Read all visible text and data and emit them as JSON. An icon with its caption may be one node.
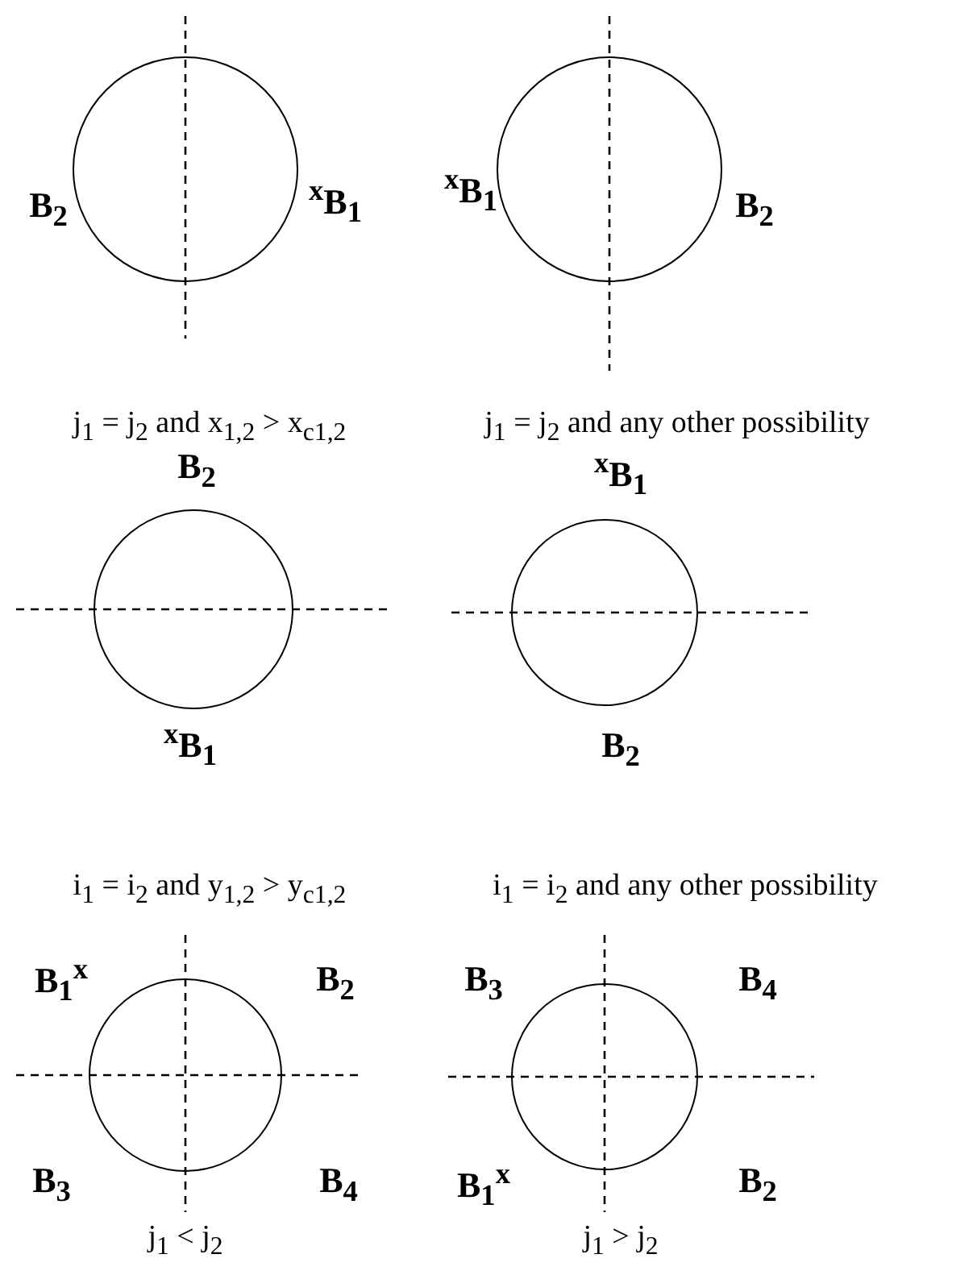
{
  "diagram": {
    "nodes": [
      {
        "text": [],
        "shape": "circle",
        "beside": [
          "B$_{2}$",
          "$^{x}$B$_{1}$"
        ]
      },
      {
        "text": [],
        "shape": "circle",
        "beside": [
          "$^{x}$B$_{1}$",
          "B$_{2}$"
        ]
      },
      {
        "text": [],
        "shape": "circle",
        "beside": [
          "B$_{2}$",
          "$^{x}$B$_{1}$"
        ]
      },
      {
        "text": [],
        "shape": "circle",
        "beside": [
          "$^{x}$B$_{1}$",
          "B$_{2}$"
        ]
      },
      {
        "text": [],
        "shape": "circle",
        "beside": [
          "B$_{1}$$^{x}$",
          "B$_{2}$",
          "B$_{3}$",
          "B$_{4}$"
        ]
      },
      {
        "text": [],
        "shape": "circle",
        "beside": [
          "B$_{3}$",
          "B$_{4}$",
          "B$_{1}$$^{x}$",
          "B$_{2}$"
        ]
      }
    ],
    "labels": [
      "j$_{1}$ = j$_{2}$ and x$_{1,2}$ > x$_{c1,2}$",
      "j$_{1}$ = j$_{2}$ and any other possibility",
      "i$_{1}$ = i$_{2}$ and y$_{1,2}$ > y$_{c1,2}$",
      "i$_{1}$ = i$_{2}$ and any other possibility",
      "j$_{1}$ < j$_{2}$",
      "j$_{1}$ > j$_{2}$"
    ]
  }
}
